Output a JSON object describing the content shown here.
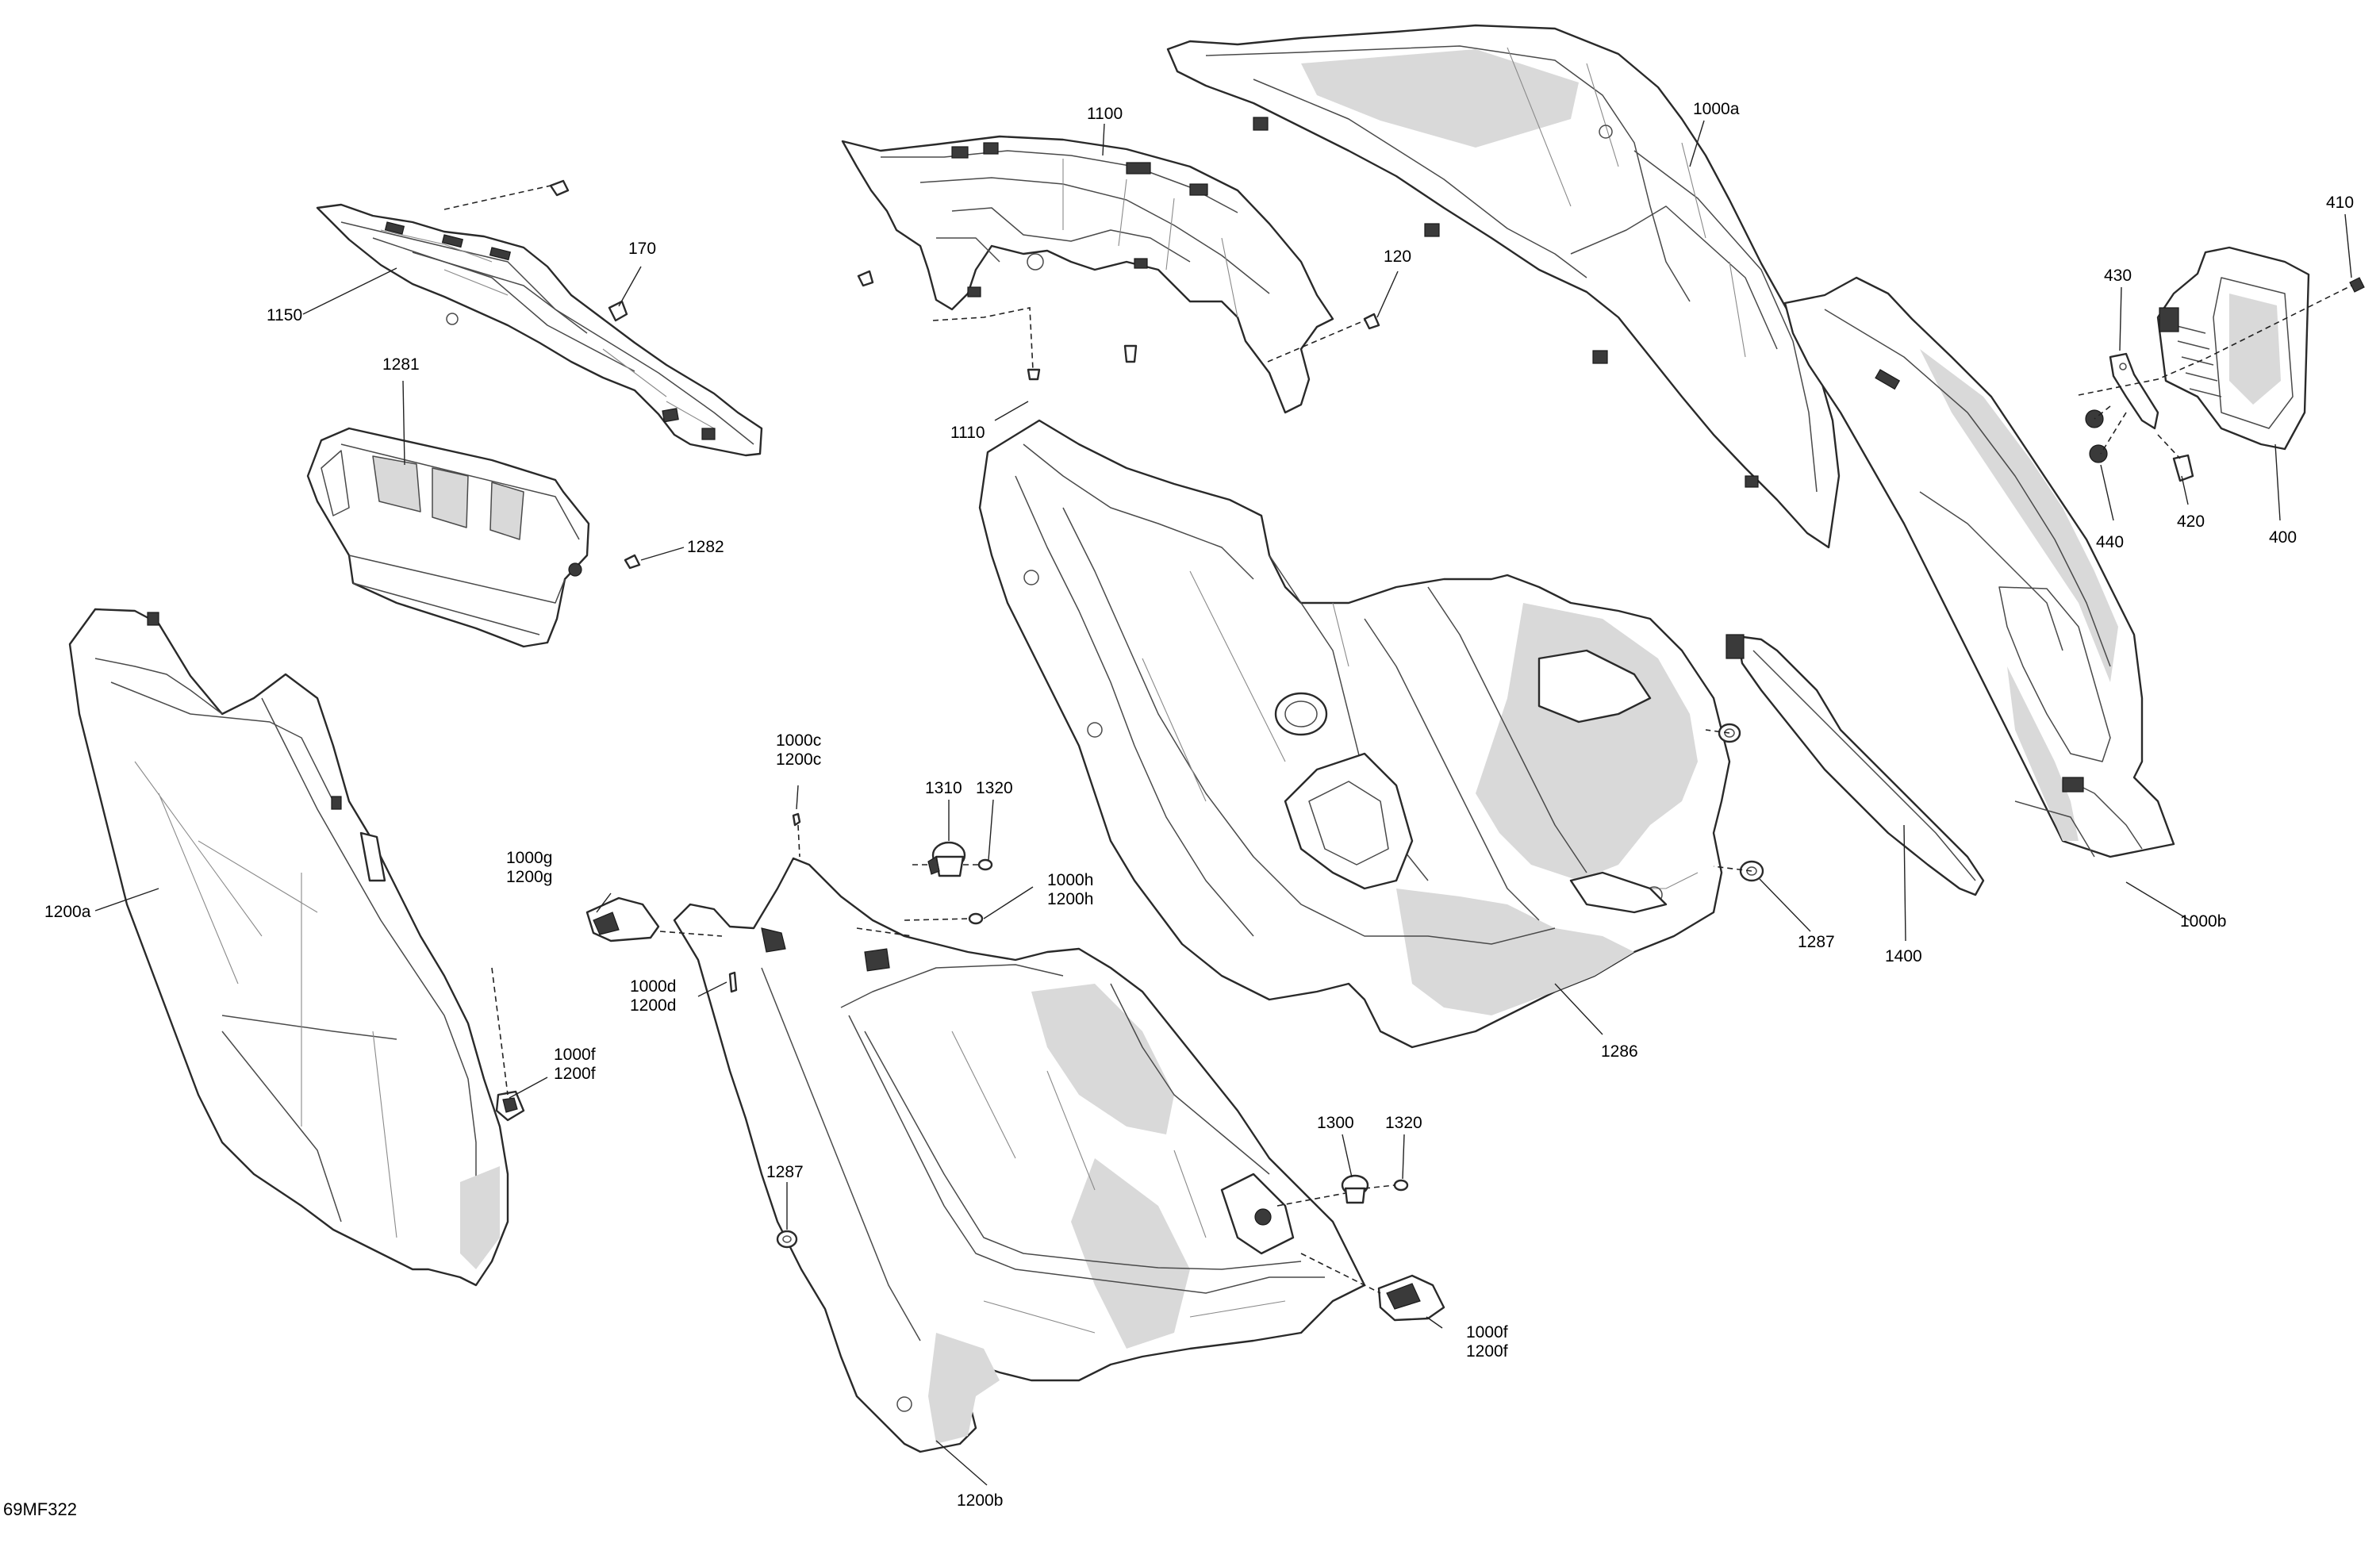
{
  "document_id": "69MF322",
  "callouts": {
    "c1150": "1150",
    "c170": "170",
    "c1281": "1281",
    "c1282": "1282",
    "c1100": "1100",
    "c120": "120",
    "c1110": "1110",
    "c1000a": "1000a",
    "c410": "410",
    "c430": "430",
    "c440": "440",
    "c420": "420",
    "c400": "400",
    "c1200a": "1200a",
    "c1000c": "1000c",
    "c1200c": "1200c",
    "c1310": "1310",
    "c1320a": "1320",
    "c1000h": "1000h",
    "c1200h": "1200h",
    "c1000g": "1000g",
    "c1200g": "1200g",
    "c1000d": "1000d",
    "c1200d": "1200d",
    "c1000f_left": "1000f",
    "c1200f_left": "1200f",
    "c1287_left": "1287",
    "c1300": "1300",
    "c1320b": "1320",
    "c1000f_right": "1000f",
    "c1200f_right": "1200f",
    "c1200b": "1200b",
    "c1286": "1286",
    "c1287_right": "1287",
    "c1400": "1400",
    "c1000b": "1000b"
  }
}
